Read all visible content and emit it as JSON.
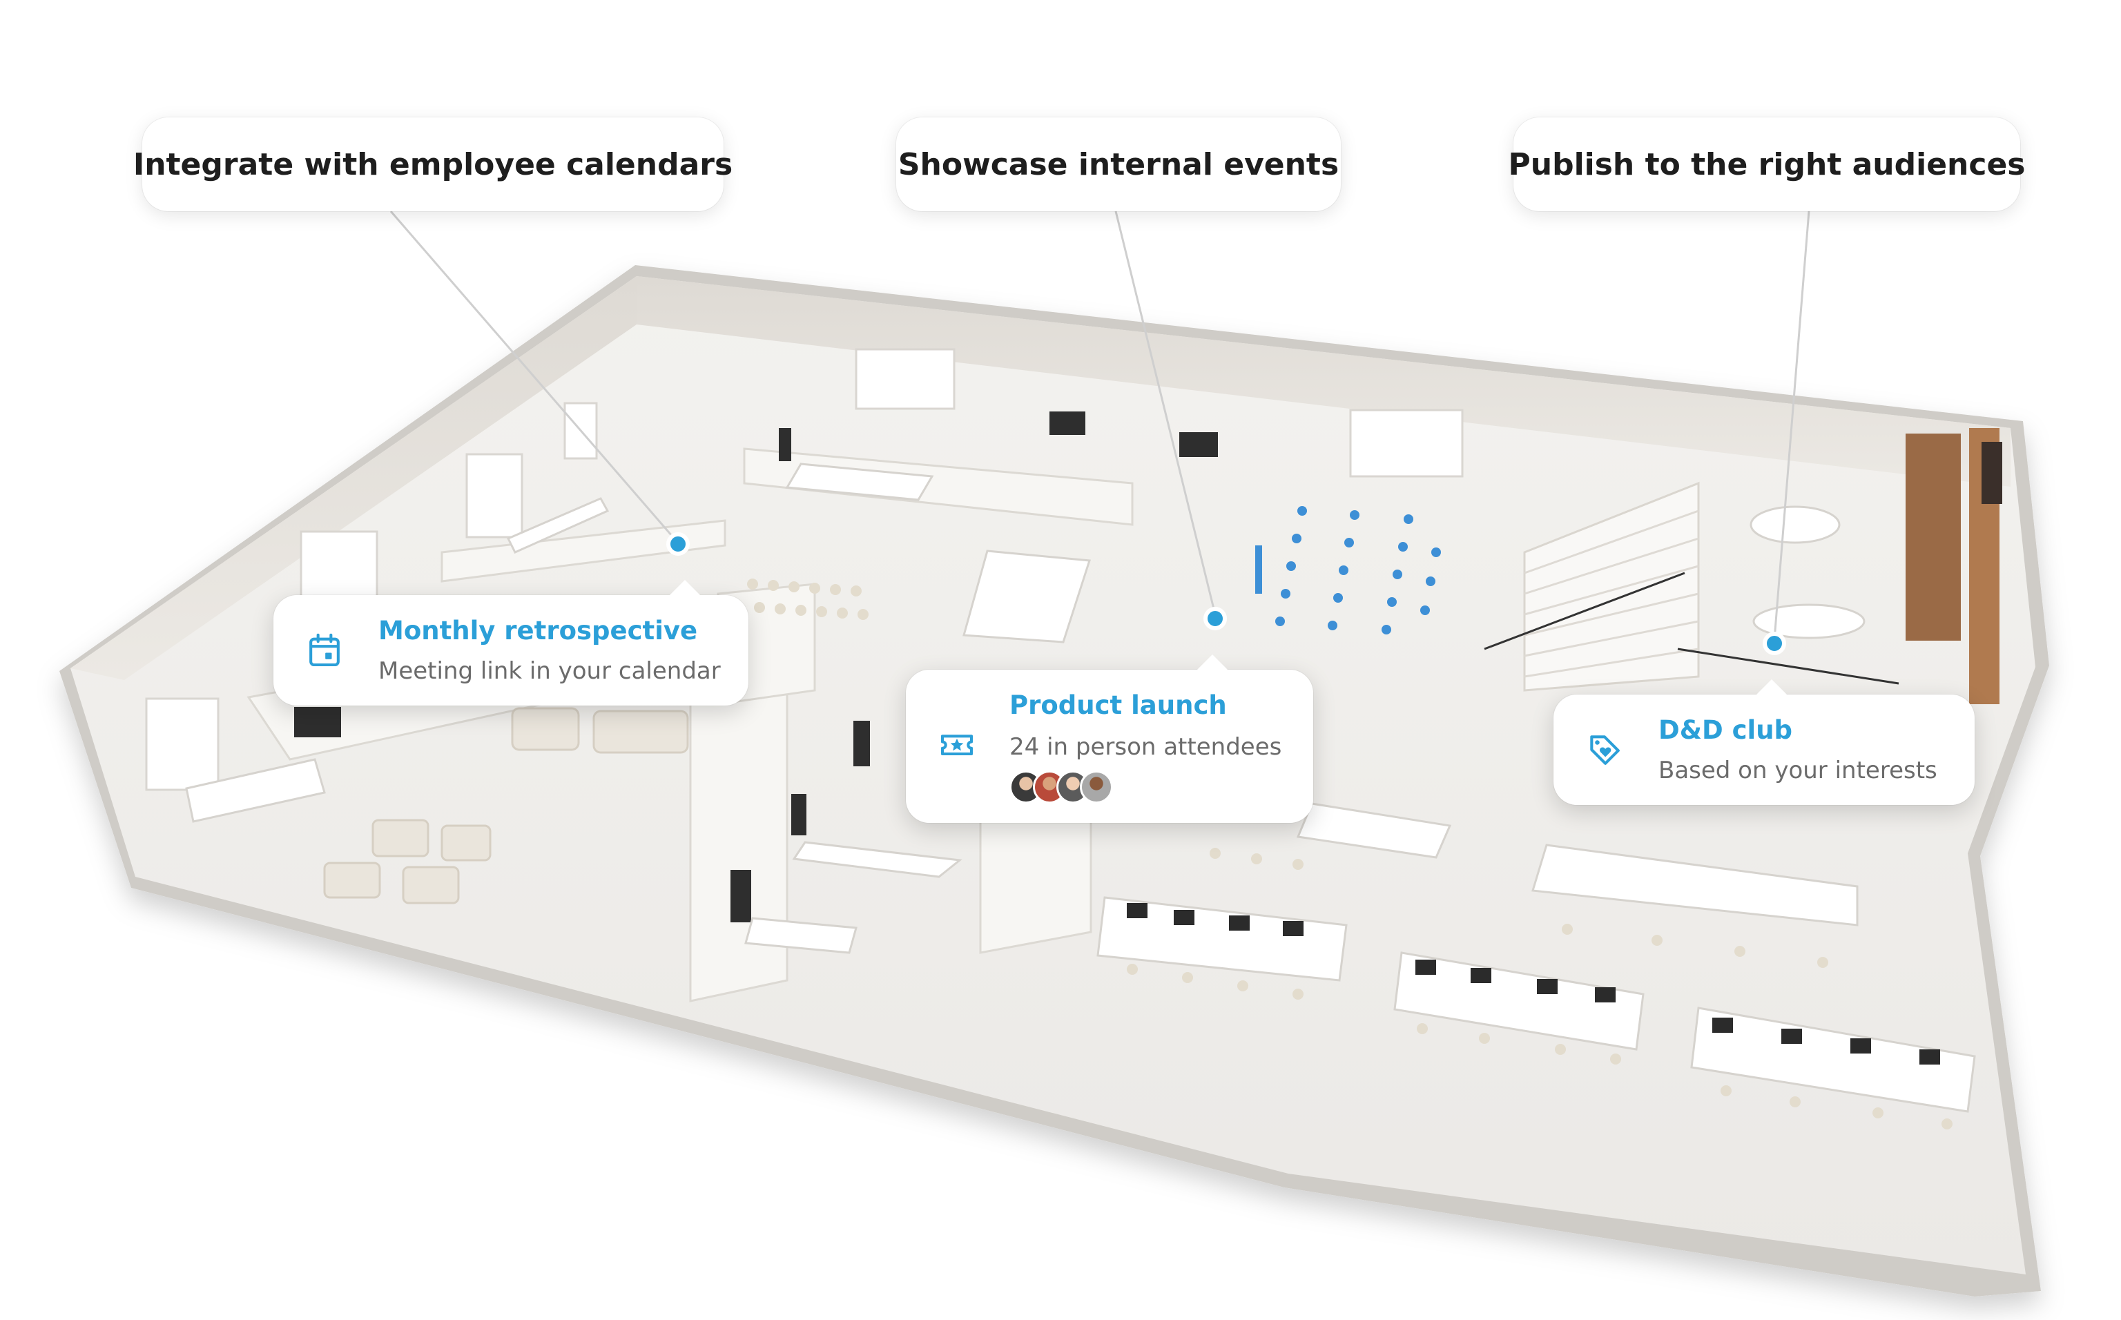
{
  "callouts": [
    {
      "label": "Integrate with employee calendars"
    },
    {
      "label": "Showcase internal events"
    },
    {
      "label": "Publish to the right audiences"
    }
  ],
  "cards": [
    {
      "title": "Monthly retrospective",
      "subtitle": "Meeting link in your calendar",
      "icon": "calendar-icon"
    },
    {
      "title": "Product launch",
      "subtitle": "24 in person attendees",
      "icon": "ticket-star-icon"
    },
    {
      "title": "D&D club",
      "subtitle": "Based on your interests",
      "icon": "tag-heart-icon"
    }
  ],
  "colors": {
    "accent": "#2b9fd8",
    "floor": "#efeeec",
    "wall": "#e2dfda",
    "person": "#3d8fd6"
  }
}
